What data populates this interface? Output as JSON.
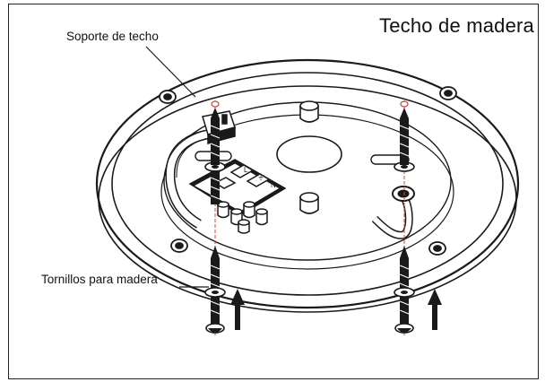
{
  "title": "Techo de madera",
  "labels": {
    "bracket": "Soporte de techo",
    "screws": "Tornillos para madera"
  },
  "terminal_marks": [
    "L",
    "⏚",
    "N"
  ],
  "colors": {
    "line": "#1a1a1a",
    "guide": "#d9473f",
    "background": "#ffffff"
  },
  "icons": [
    "arrow-up-icon",
    "screw-icon",
    "ground-symbol-icon"
  ]
}
